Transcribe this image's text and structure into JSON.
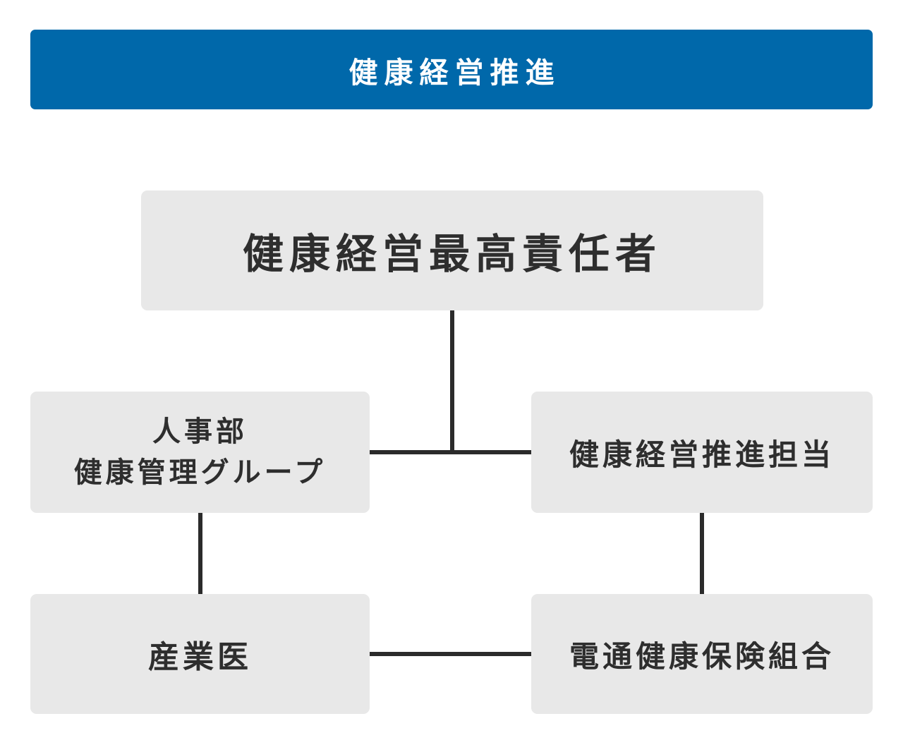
{
  "chart": {
    "title": "健康経営推進",
    "nodes": {
      "chief": "健康経営最高責任者",
      "hr_line1": "人事部",
      "hr_line2": "健康管理グループ",
      "promotion": "健康経営推進担当",
      "physician": "産業医",
      "insurance": "電通健康保険組合"
    }
  },
  "colors": {
    "page_bg": "#ffffff",
    "banner_bg": "#0068aa",
    "banner_text": "#ffffff",
    "box_bg": "#e8e8e8",
    "text": "#2e2e2e",
    "line": "#2b2b2b"
  }
}
